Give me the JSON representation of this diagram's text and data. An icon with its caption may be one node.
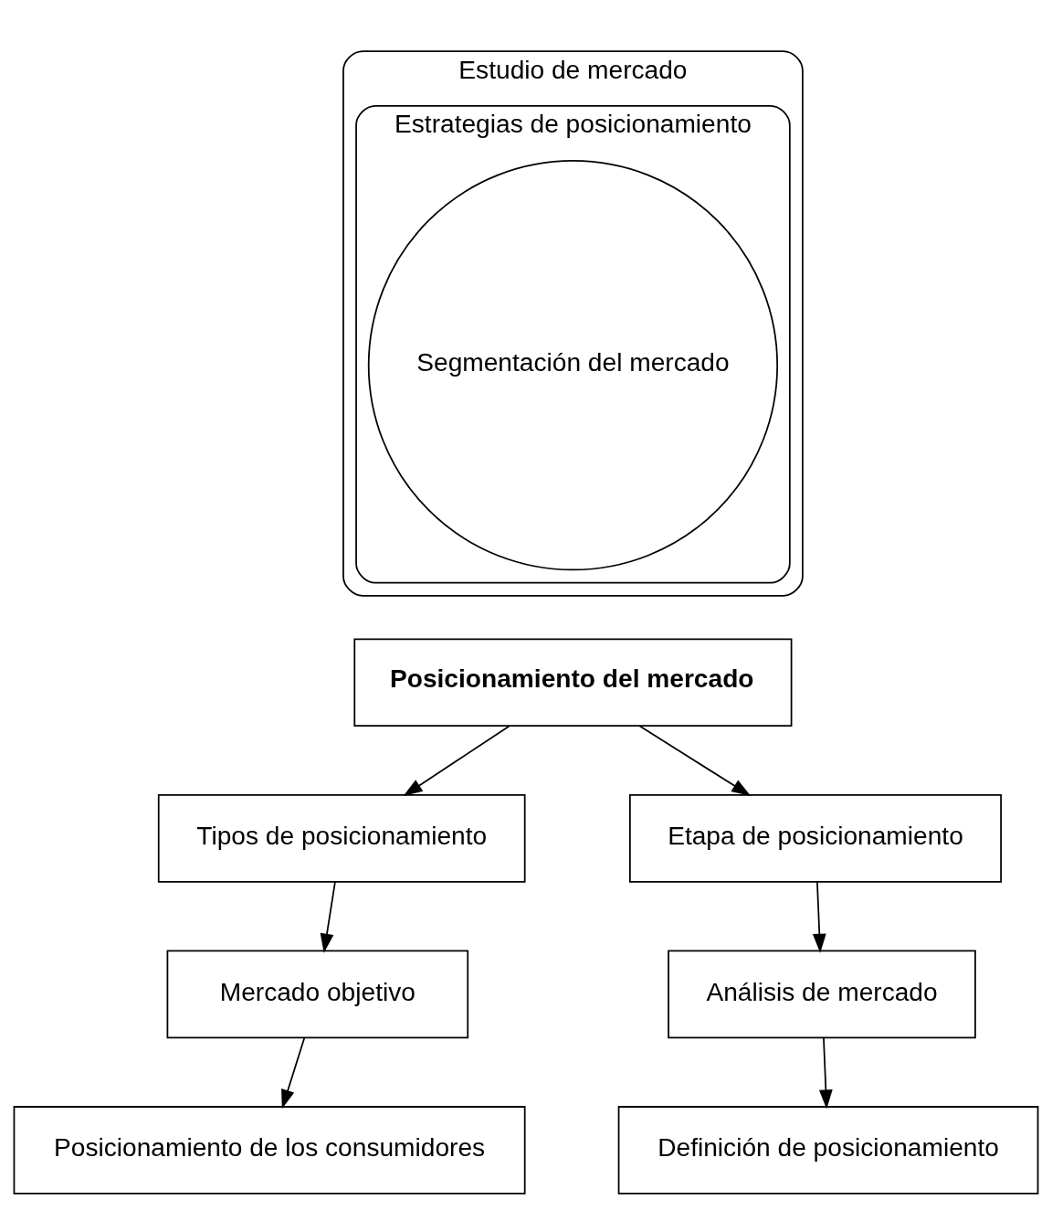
{
  "diagram": {
    "nodes": [
      {
        "text": [
          "Estudio de mercado"
        ]
      },
      {
        "text": [
          "Estrategias de posicionamiento"
        ],
        "in": 0
      },
      {
        "text": [
          "Segmentación del mercado"
        ],
        "in": 1
      },
      {
        "text": [
          "Posicionamiento del mercado"
        ]
      },
      {
        "text": [
          "Tipos de posicionamiento"
        ]
      },
      {
        "text": [
          "Etapa de posicionamiento"
        ]
      },
      {
        "text": [
          "Mercado objetivo"
        ]
      },
      {
        "text": [
          "Análisis de mercado"
        ]
      },
      {
        "text": [
          "Posicionamiento de los consumidores"
        ]
      },
      {
        "text": [
          "Definición de posicionamiento"
        ]
      }
    ],
    "edges": [
      {
        "from": 3,
        "to": 4,
        "arrow": "to"
      },
      {
        "from": 3,
        "to": 5,
        "arrow": "to"
      },
      {
        "from": 4,
        "to": 6,
        "arrow": "to"
      },
      {
        "from": 6,
        "to": 8,
        "arrow": "to"
      },
      {
        "from": 5,
        "to": 7,
        "arrow": "to"
      },
      {
        "from": 7,
        "to": 9,
        "arrow": "to"
      }
    ]
  }
}
